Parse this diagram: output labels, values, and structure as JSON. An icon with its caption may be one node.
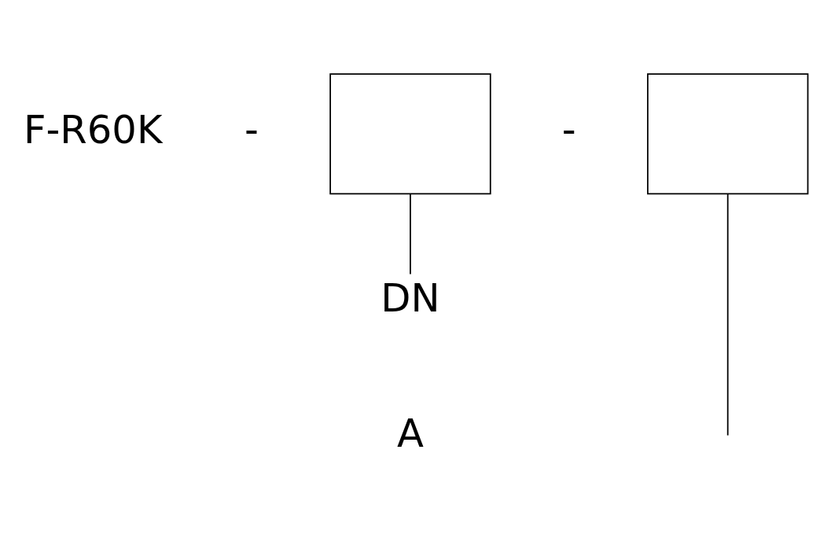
{
  "diagram": {
    "nodes": [
      {
        "text": [],
        "shape": "box"
      },
      {
        "text": [],
        "shape": "box"
      },
      {
        "text": [
          "DN"
        ]
      }
    ],
    "edges": [
      {
        "from": 0,
        "to": 2,
        "arrow": "none"
      },
      {
        "from": 1,
        "to": null,
        "arrow": "none"
      }
    ],
    "labels": [
      "F-R60K",
      "-",
      "-",
      "A"
    ]
  }
}
